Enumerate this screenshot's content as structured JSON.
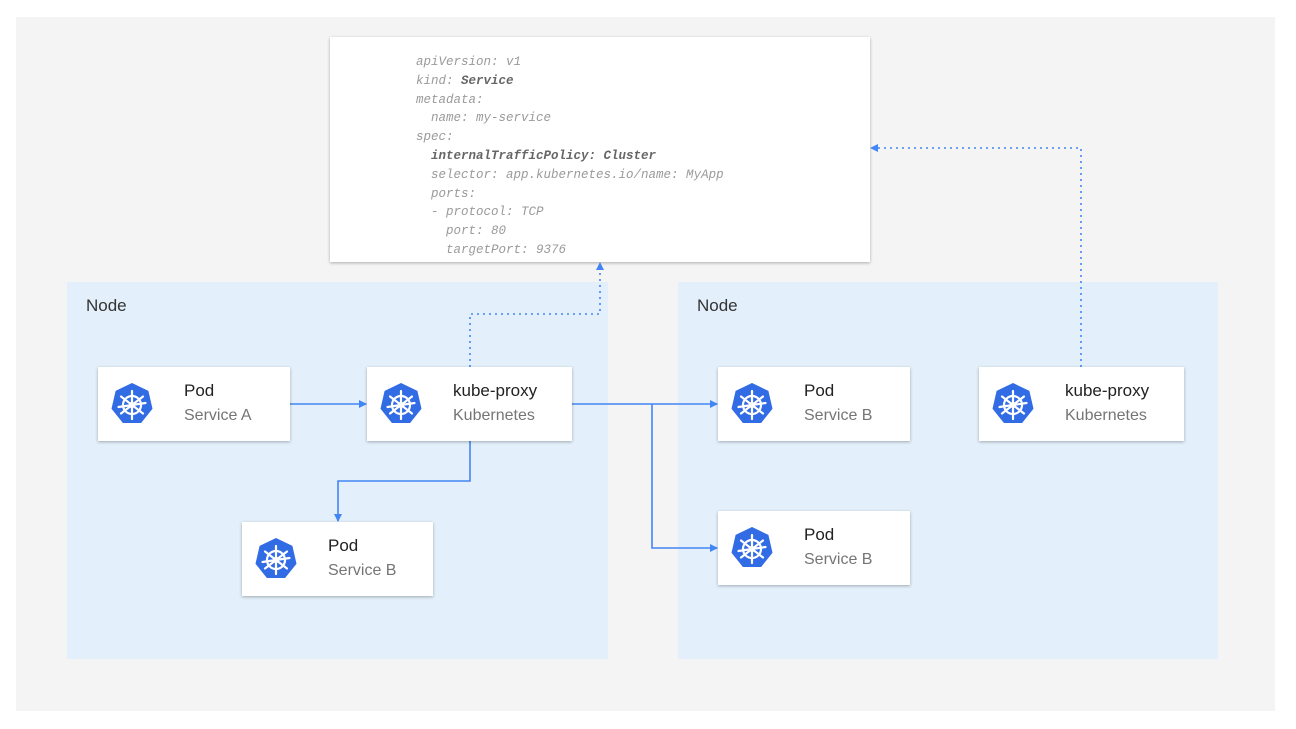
{
  "yaml": {
    "lines": [
      {
        "indent": 0,
        "key": "apiVersion:",
        "value": " v1",
        "bold": false
      },
      {
        "indent": 0,
        "key": "kind:",
        "value": " Service",
        "bold": "value"
      },
      {
        "indent": 0,
        "key": "metadata:",
        "value": "",
        "bold": false
      },
      {
        "indent": 1,
        "key": "name:",
        "value": " my-service",
        "bold": false
      },
      {
        "indent": 0,
        "key": "spec:",
        "value": "",
        "bold": false
      },
      {
        "indent": 1,
        "key": "internalTrafficPolicy:",
        "value": " Cluster",
        "bold": "all"
      },
      {
        "indent": 1,
        "key": "selector:",
        "value": " app.kubernetes.io/name: MyApp",
        "bold": false
      },
      {
        "indent": 1,
        "key": "ports:",
        "value": "",
        "bold": false
      },
      {
        "indent": 1,
        "key": "- protocol:",
        "value": " TCP",
        "bold": false
      },
      {
        "indent": 2,
        "key": "port:",
        "value": " 80",
        "bold": false
      },
      {
        "indent": 2,
        "key": "targetPort:",
        "value": " 9376",
        "bold": false
      }
    ]
  },
  "nodes": [
    {
      "label": "Node"
    },
    {
      "label": "Node"
    }
  ],
  "cards": {
    "pod_a": {
      "title": "Pod",
      "subtitle": "Service A",
      "icon": "kubernetes-icon"
    },
    "kube_proxy_1": {
      "title": "kube-proxy",
      "subtitle": "Kubernetes",
      "icon": "kubernetes-icon"
    },
    "pod_b_local": {
      "title": "Pod",
      "subtitle": "Service B",
      "icon": "kubernetes-icon"
    },
    "pod_b_remote_1": {
      "title": "Pod",
      "subtitle": "Service B",
      "icon": "kubernetes-icon"
    },
    "kube_proxy_2": {
      "title": "kube-proxy",
      "subtitle": "Kubernetes",
      "icon": "kubernetes-icon"
    },
    "pod_b_remote_2": {
      "title": "Pod",
      "subtitle": "Service B",
      "icon": "kubernetes-icon"
    }
  },
  "colors": {
    "arrow": "#4285f4",
    "node_bg": "#e3f0fb",
    "icon": "#326ce5",
    "panel": "#f4f4f4"
  }
}
